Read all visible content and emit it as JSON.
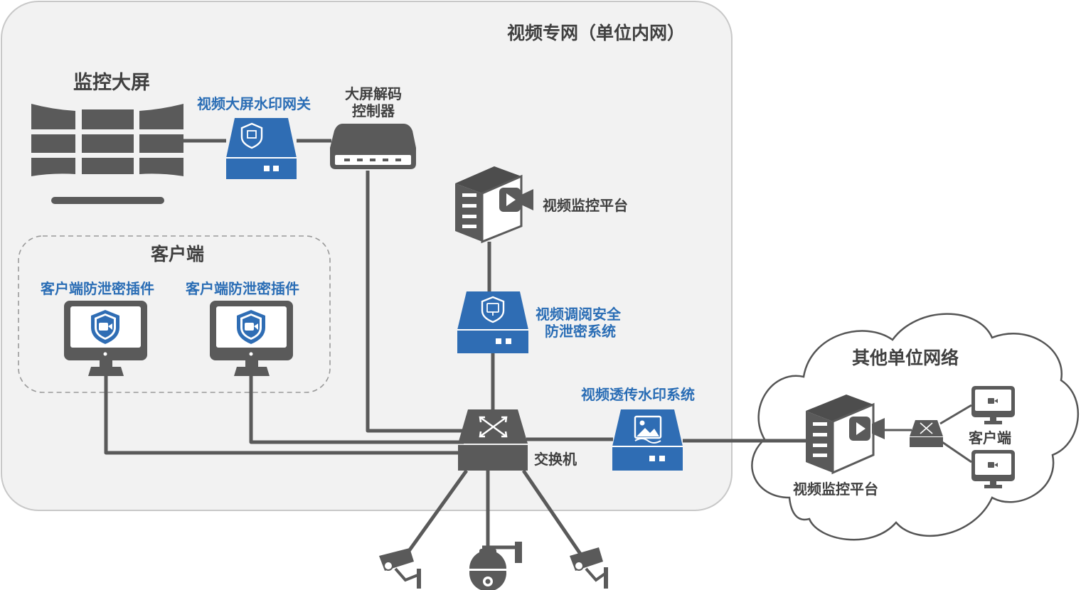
{
  "zones": {
    "private_net": "视频专网（单位内网）",
    "client_group": "客户端",
    "other_net": "其他单位网络"
  },
  "nodes": {
    "big_screen": "监控大屏",
    "screen_gateway": "视频大屏水印网关",
    "decoder_line1": "大屏解码",
    "decoder_line2": "控制器",
    "platform_main": "视频监控平台",
    "security_line1": "视频调阅安全",
    "security_line2": "防泄密系统",
    "client_plugin_1": "客户端防泄密插件",
    "client_plugin_2": "客户端防泄密插件",
    "switch": "交换机",
    "relay_watermark": "视频透传水印系统",
    "platform_remote": "视频监控平台",
    "remote_clients": "客户端"
  },
  "colors": {
    "gray_dark": "#5a5a5a",
    "blue": "#2f6db4",
    "text_dark": "#404040",
    "text_blue": "#2a6db5",
    "zone_fill": "#f2f2f2",
    "zone_stroke": "#c8c8c8"
  },
  "icons": [
    "video-wall-icon",
    "watermark-gateway-icon",
    "decoder-icon",
    "server-icon",
    "security-appliance-icon",
    "monitor-icon",
    "shield-camera-icon",
    "switch-icon",
    "image-watermark-icon",
    "cloud-icon",
    "bullet-camera-icon",
    "dome-camera-icon"
  ]
}
